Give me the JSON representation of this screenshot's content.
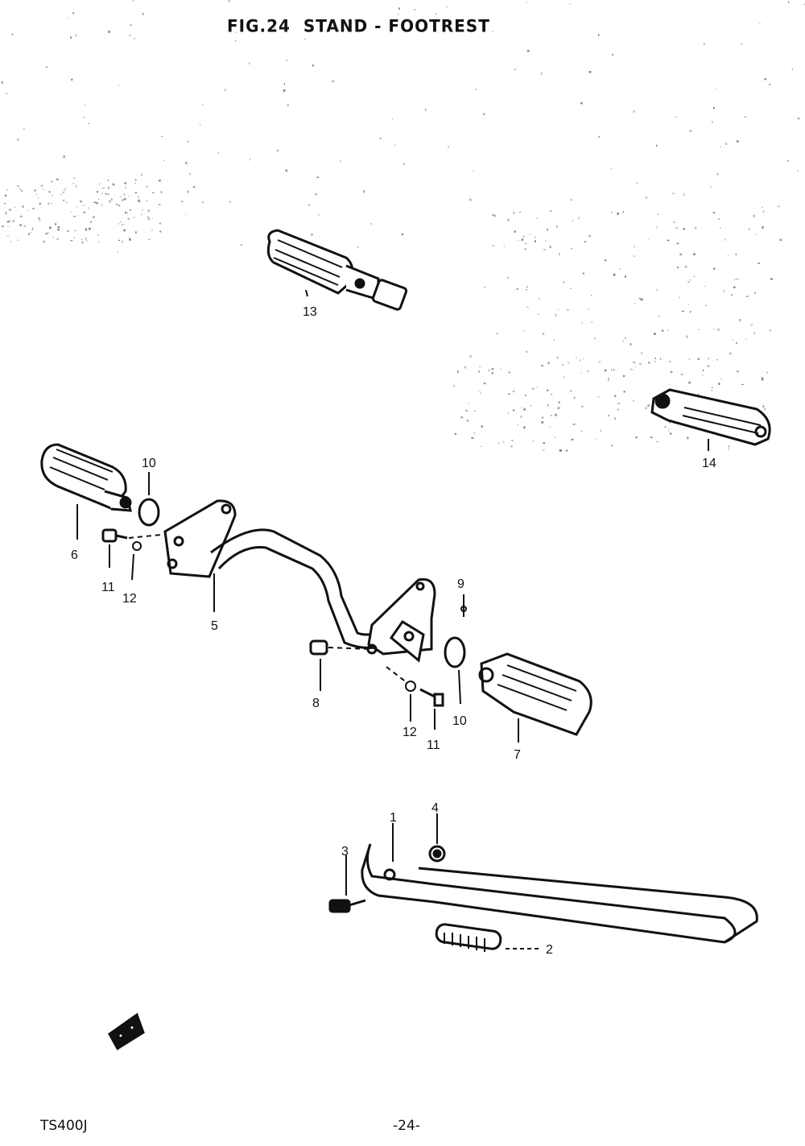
{
  "header": {
    "title": "FIG.24  STAND - FOOTREST"
  },
  "footer": {
    "model": "TS400J",
    "page_number": "-24-"
  },
  "callouts": {
    "c13": "13",
    "c14": "14",
    "c10a": "10",
    "c6": "6",
    "c11a": "11",
    "c12a": "12",
    "c5": "5",
    "c9": "9",
    "c8": "8",
    "c10b": "10",
    "c12b": "12",
    "c11b": "11",
    "c7": "7",
    "c4": "4",
    "c1": "1",
    "c3": "3",
    "c2": "2"
  }
}
